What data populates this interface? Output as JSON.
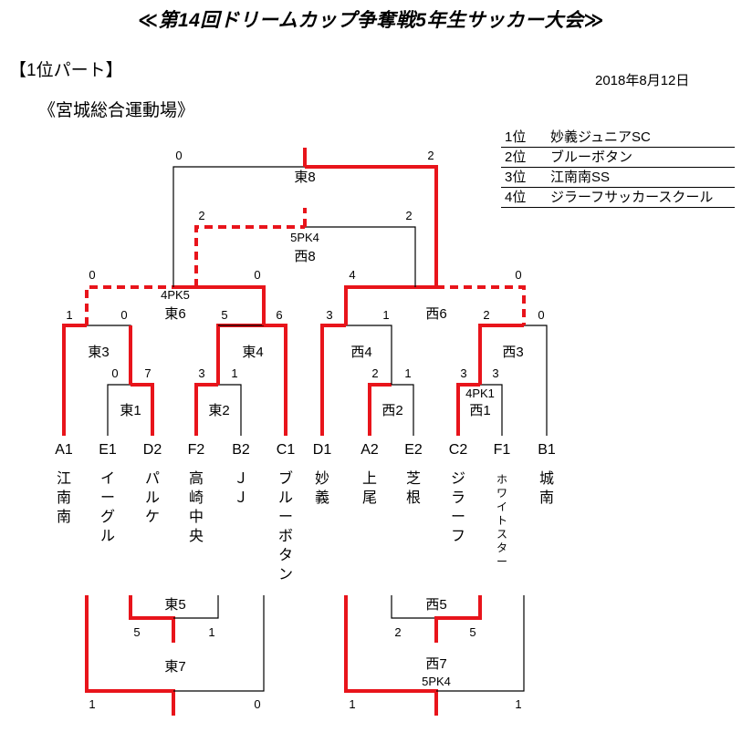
{
  "title": "≪第14回ドリームカップ争奪戦5年生サッカー大会≫",
  "section": "【1位パート】",
  "date": "2018年8月12日",
  "venue": "《宮城総合運動場》",
  "colors": {
    "winner": "#e8141b",
    "line": "#000000"
  },
  "ranking": [
    {
      "pos": "1位",
      "name": "妙義ジュニアSC"
    },
    {
      "pos": "2位",
      "name": "ブルーボタン"
    },
    {
      "pos": "3位",
      "name": "江南南SS"
    },
    {
      "pos": "4位",
      "name": "ジラーフサッカースクール"
    }
  ],
  "teams": [
    {
      "code": "A1",
      "name": "江南南"
    },
    {
      "code": "E1",
      "name": "イーグル"
    },
    {
      "code": "D2",
      "name": "パルケ"
    },
    {
      "code": "F2",
      "name": "高崎中央"
    },
    {
      "code": "B2",
      "name": "ＪＪ"
    },
    {
      "code": "C1",
      "name": "ブルーボタン"
    },
    {
      "code": "D1",
      "name": "妙義"
    },
    {
      "code": "A2",
      "name": "上尾"
    },
    {
      "code": "E2",
      "name": "芝根"
    },
    {
      "code": "C2",
      "name": "ジラーフ"
    },
    {
      "code": "F1",
      "name": "ホワイトスター"
    },
    {
      "code": "B1",
      "name": "城南"
    }
  ],
  "matches": [
    {
      "label": "東1",
      "score_left": "0",
      "score_right": "7"
    },
    {
      "label": "東2",
      "score_left": "3",
      "score_right": "1"
    },
    {
      "label": "西2",
      "score_left": "2",
      "score_right": "1"
    },
    {
      "label": "西1",
      "score_left": "3",
      "score_right": "3",
      "note": "4PK1"
    },
    {
      "label": "東3",
      "score_left": "1",
      "score_right": "0"
    },
    {
      "label": "東4",
      "score_left": "5",
      "score_right": "6"
    },
    {
      "label": "西4",
      "score_left": "3",
      "score_right": "1"
    },
    {
      "label": "西3",
      "score_left": "2",
      "score_right": "0"
    },
    {
      "label": "東6",
      "score_left": "0",
      "score_right": "0",
      "note": "4PK5"
    },
    {
      "label": "西6",
      "score_left": "4",
      "score_right": "0"
    },
    {
      "label": "西8",
      "score_left": "2",
      "score_right": "2",
      "note": "5PK4"
    },
    {
      "label": "東8",
      "score_left": "0",
      "score_right": "2"
    },
    {
      "label": "東5",
      "score_left": "5",
      "score_right": "1"
    },
    {
      "label": "東7",
      "score_left": "1",
      "score_right": "0"
    },
    {
      "label": "西5",
      "score_left": "2",
      "score_right": "5"
    },
    {
      "label": "西7",
      "score_left": "1",
      "score_right": "1",
      "note": "5PK4"
    }
  ]
}
